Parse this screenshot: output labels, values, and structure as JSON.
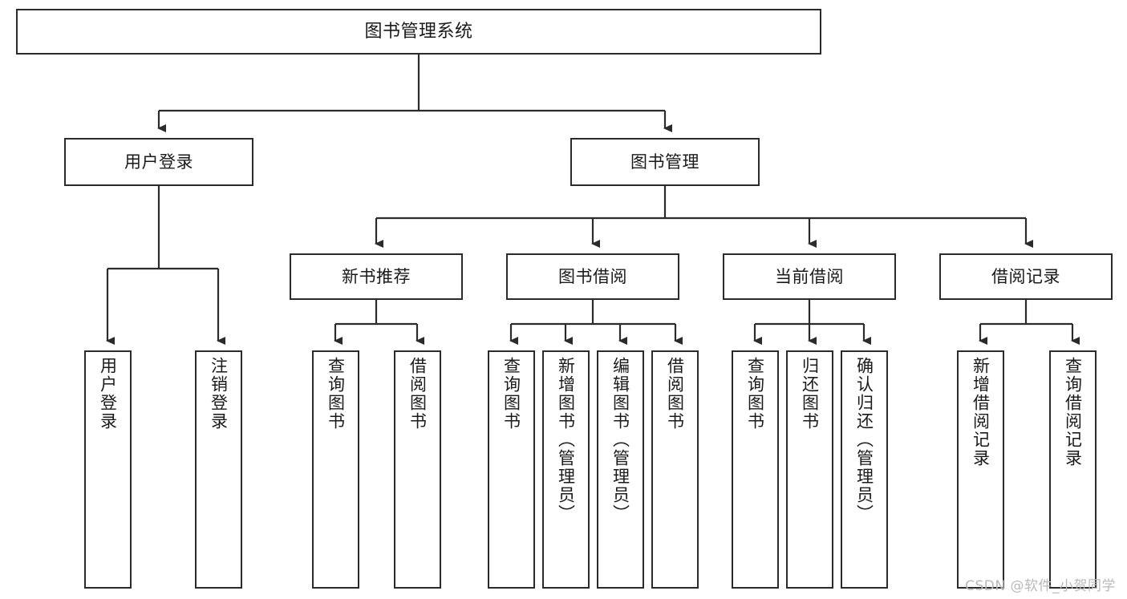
{
  "diagram": {
    "kind": "functional-structure-tree",
    "root": {
      "id": "root",
      "label": "图书管理系统"
    },
    "level2": [
      {
        "id": "user-login",
        "label": "用户登录"
      },
      {
        "id": "book-manage",
        "label": "图书管理"
      }
    ],
    "level3": [
      {
        "id": "new-book-recommend",
        "label": "新书推荐"
      },
      {
        "id": "book-borrow",
        "label": "图书借阅"
      },
      {
        "id": "current-borrow",
        "label": "当前借阅"
      },
      {
        "id": "borrow-record",
        "label": "借阅记录"
      }
    ],
    "leaves": {
      "user-login": [
        {
          "id": "leaf-user-login",
          "label": "用户登录"
        },
        {
          "id": "leaf-user-logout",
          "label": "注销登录"
        }
      ],
      "new-book-recommend": [
        {
          "id": "leaf-query-book-1",
          "label": "查询图书"
        },
        {
          "id": "leaf-borrow-book-1",
          "label": "借阅图书"
        }
      ],
      "book-borrow": [
        {
          "id": "leaf-query-book-2",
          "label": "查询图书"
        },
        {
          "id": "leaf-add-book",
          "label": "新增图书（管理员）"
        },
        {
          "id": "leaf-edit-book",
          "label": "编辑图书（管理员）"
        },
        {
          "id": "leaf-borrow-book-2",
          "label": "借阅图书"
        }
      ],
      "current-borrow": [
        {
          "id": "leaf-query-book-3",
          "label": "查询图书"
        },
        {
          "id": "leaf-return-book",
          "label": "归还图书"
        },
        {
          "id": "leaf-confirm-return",
          "label": "确认归还（管理员）"
        }
      ],
      "borrow-record": [
        {
          "id": "leaf-add-record",
          "label": "新增借阅记录"
        },
        {
          "id": "leaf-query-record",
          "label": "查询借阅记录"
        }
      ]
    }
  },
  "watermark": {
    "text": "CSDN @软件_小贺同学"
  },
  "colors": {
    "box_border": "#2b2b2b",
    "box_fill": "#ffffff",
    "connector": "#2b2b2b",
    "text": "#1a1a1a",
    "watermark": "#b9b9b9",
    "canvas": "#ffffff"
  }
}
